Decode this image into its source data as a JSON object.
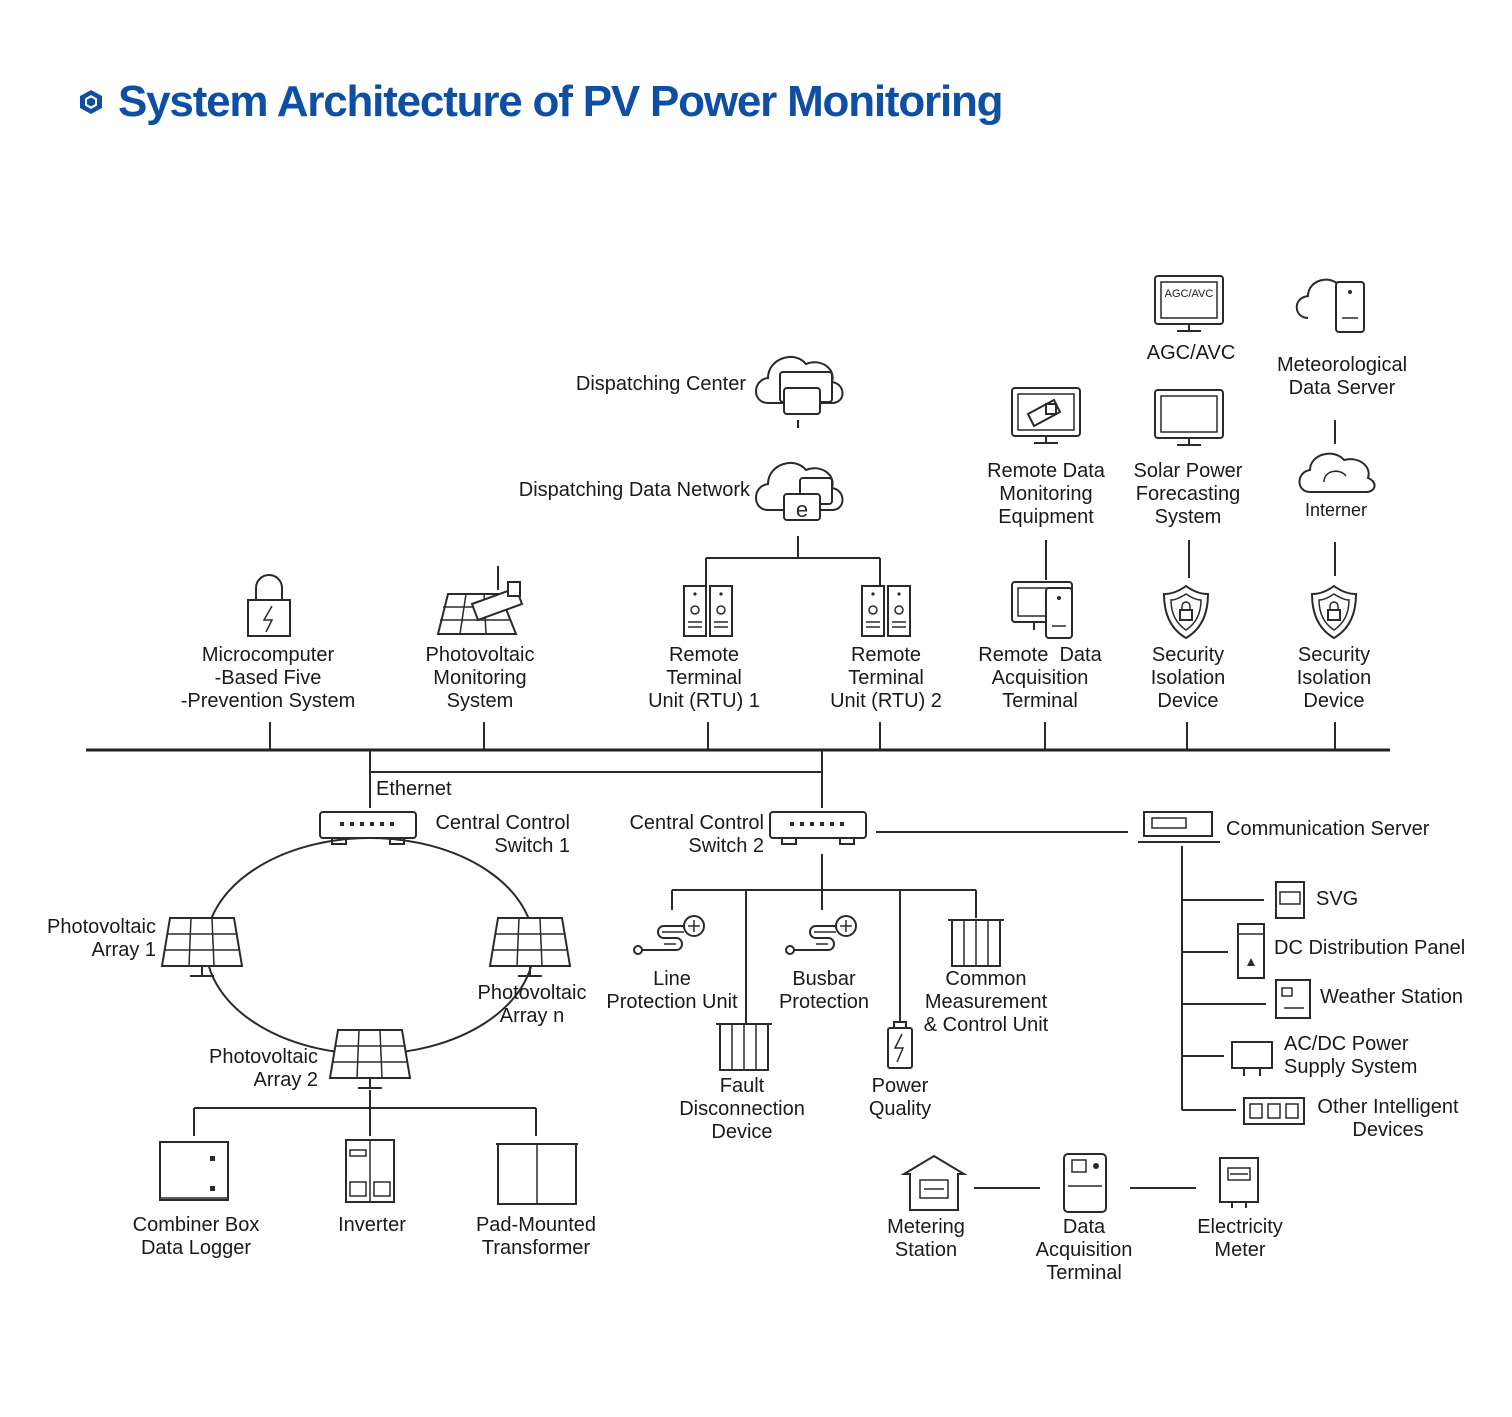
{
  "title": "System Architecture of PV Power Monitoring",
  "colors": {
    "title": "#0f4fa3",
    "lines": "#2a2a2a",
    "background": "#ffffff"
  },
  "labels": {
    "dispatching_center": "Dispatching Center",
    "dispatching_data_network": "Dispatching Data Network",
    "agc_avc": "AGC/AVC",
    "agc_avc_screen": "AGC/AVC",
    "meteorological_data_server": "Meteorological\nData Server",
    "remote_data_monitoring_equipment": "Remote Data\nMonitoring\nEquipment",
    "solar_power_forecasting_system": "Solar Power\nForecasting\nSystem",
    "internet": "Interner",
    "microcomputer_five_prevention": "Microcomputer\n-Based Five\n-Prevention System",
    "pv_monitoring_system": "Photovoltaic\nMonitoring\nSystem",
    "rtu_1": "Remote\nTerminal\nUnit (RTU) 1",
    "rtu_2": "Remote\nTerminal\nUnit (RTU) 2",
    "remote_data_acquisition_terminal": "Remote  Data\nAcquisition\nTerminal",
    "security_isolation_device_1": "Security\nIsolation\nDevice",
    "security_isolation_device_2": "Security\nIsolation\nDevice",
    "ethernet": "Ethernet",
    "central_control_switch_1": "Central Control\nSwitch 1",
    "central_control_switch_2": "Central Control\nSwitch 2",
    "communication_server": "Communication Server",
    "pv_array_1": "Photovoltaic\nArray 1",
    "pv_array_n": "Photovoltaic\nArray n",
    "pv_array_2": "Photovoltaic\nArray 2",
    "line_protection_unit": "Line\nProtection Unit",
    "busbar_protection": "Busbar\nProtection",
    "common_measurement_control_unit": "Common\nMeasurement\n& Control Unit",
    "fault_disconnection_device": "Fault\nDisconnection\nDevice",
    "power_quality": "Power\nQuality",
    "svg": "SVG",
    "dc_distribution_panel": "DC Distribution Panel",
    "weather_station": "Weather Station",
    "ac_dc_power_supply_system": "AC/DC Power\nSupply System",
    "other_intelligent_devices": "Other Intelligent\nDevices",
    "combiner_box_data_logger": "Combiner Box\nData Logger",
    "inverter": "Inverter",
    "pad_mounted_transformer": "Pad-Mounted\nTransformer",
    "metering_station": "Metering\nStation",
    "data_acquisition_terminal": "Data\nAcquisition\nTerminal",
    "electricity_meter": "Electricity\nMeter"
  },
  "icons": [
    "cloud-server-icon",
    "cloud-network-icon",
    "monitor-icon",
    "server-tower-icon",
    "padlock-icon",
    "solar-panel-icon",
    "camera-icon",
    "shield-lock-icon",
    "network-switch-icon",
    "rack-server-icon",
    "relay-icon",
    "cabinet-icon",
    "battery-icon",
    "house-meter-icon",
    "meter-icon"
  ]
}
